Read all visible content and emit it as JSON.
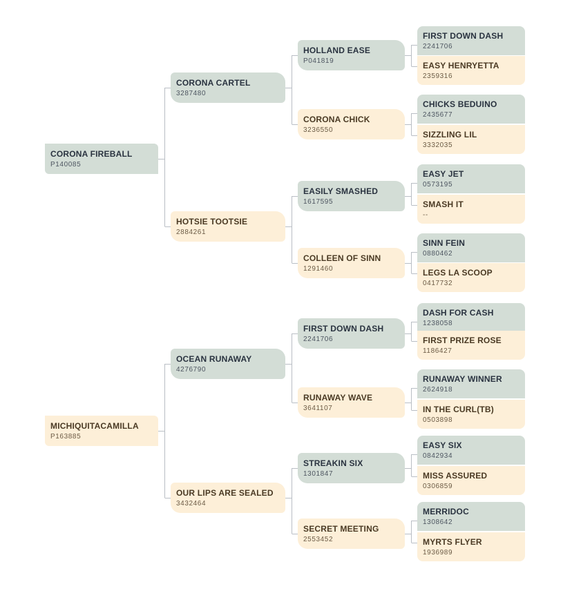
{
  "pedigree": {
    "sire": {
      "name": "CORONA FIREBALL",
      "reg": "P140085",
      "sire": {
        "name": "CORONA CARTEL",
        "reg": "3287480",
        "sire": {
          "name": "HOLLAND EASE",
          "reg": "P041819",
          "sire": {
            "name": "FIRST DOWN DASH",
            "reg": "2241706"
          },
          "dam": {
            "name": "EASY HENRYETTA",
            "reg": "2359316"
          }
        },
        "dam": {
          "name": "CORONA CHICK",
          "reg": "3236550",
          "sire": {
            "name": "CHICKS BEDUINO",
            "reg": "2435677"
          },
          "dam": {
            "name": "SIZZLING LIL",
            "reg": "3332035"
          }
        }
      },
      "dam": {
        "name": "HOTSIE TOOTSIE",
        "reg": "2884261",
        "sire": {
          "name": "EASILY SMASHED",
          "reg": "1617595",
          "sire": {
            "name": "EASY JET",
            "reg": "0573195"
          },
          "dam": {
            "name": "SMASH IT",
            "reg": "--"
          }
        },
        "dam": {
          "name": "COLLEEN OF SINN",
          "reg": "1291460",
          "sire": {
            "name": "SINN FEIN",
            "reg": "0880462"
          },
          "dam": {
            "name": "LEGS LA SCOOP",
            "reg": "0417732"
          }
        }
      }
    },
    "dam": {
      "name": "MICHIQUITACAMILLA",
      "reg": "P163885",
      "sire": {
        "name": "OCEAN RUNAWAY",
        "reg": "4276790",
        "sire": {
          "name": "FIRST DOWN DASH",
          "reg": "2241706",
          "sire": {
            "name": "DASH FOR CASH",
            "reg": "1238058"
          },
          "dam": {
            "name": "FIRST PRIZE ROSE",
            "reg": "1186427"
          }
        },
        "dam": {
          "name": "RUNAWAY WAVE",
          "reg": "3641107",
          "sire": {
            "name": "RUNAWAY WINNER",
            "reg": "2624918"
          },
          "dam": {
            "name": "IN THE CURL(TB)",
            "reg": "0503898"
          }
        }
      },
      "dam": {
        "name": "OUR LIPS ARE SEALED",
        "reg": "3432464",
        "sire": {
          "name": "STREAKIN SIX",
          "reg": "1301847",
          "sire": {
            "name": "EASY SIX",
            "reg": "0842934"
          },
          "dam": {
            "name": "MISS ASSURED",
            "reg": "0306859"
          }
        },
        "dam": {
          "name": "SECRET MEETING",
          "reg": "2553452",
          "sire": {
            "name": "MERRIDOC",
            "reg": "1308642"
          },
          "dam": {
            "name": "MYRTS FLYER",
            "reg": "1936989"
          }
        }
      }
    }
  },
  "colors": {
    "sire": "#d3ddd6",
    "dam": "#fdefd8",
    "connector": "#b9bec4"
  }
}
